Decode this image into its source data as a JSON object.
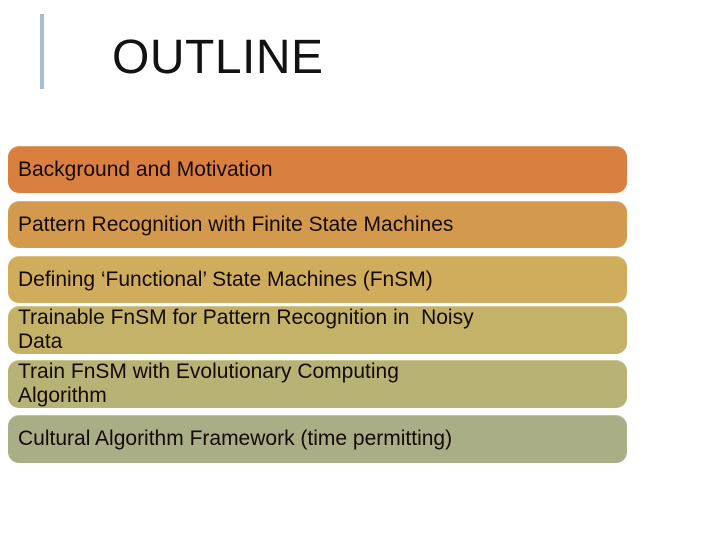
{
  "slide": {
    "title": "OUTLINE",
    "background_color": "#FFFFFF",
    "title_color": "#121212",
    "accent_bar_color": "#A7BFCE",
    "item_text_color": "#140A03"
  },
  "outline": {
    "items": [
      {
        "label": "Background and Motivation",
        "color": "#D98040"
      },
      {
        "label": "Pattern Recognition with Finite State Machines",
        "color": "#D39A4E"
      },
      {
        "label": "Defining ‘Functional’ State Machines (FnSM)",
        "color": "#CFAD5D"
      },
      {
        "label": "Trainable FnSM for Pattern Recognition in  Noisy\nData",
        "color": "#C3B268"
      },
      {
        "label": "Train FnSM with Evolutionary Computing\nAlgorithm",
        "color": "#B7B374"
      },
      {
        "label": "Cultural Algorithm Framework (time permitting)",
        "color": "#A9AE86"
      }
    ]
  }
}
